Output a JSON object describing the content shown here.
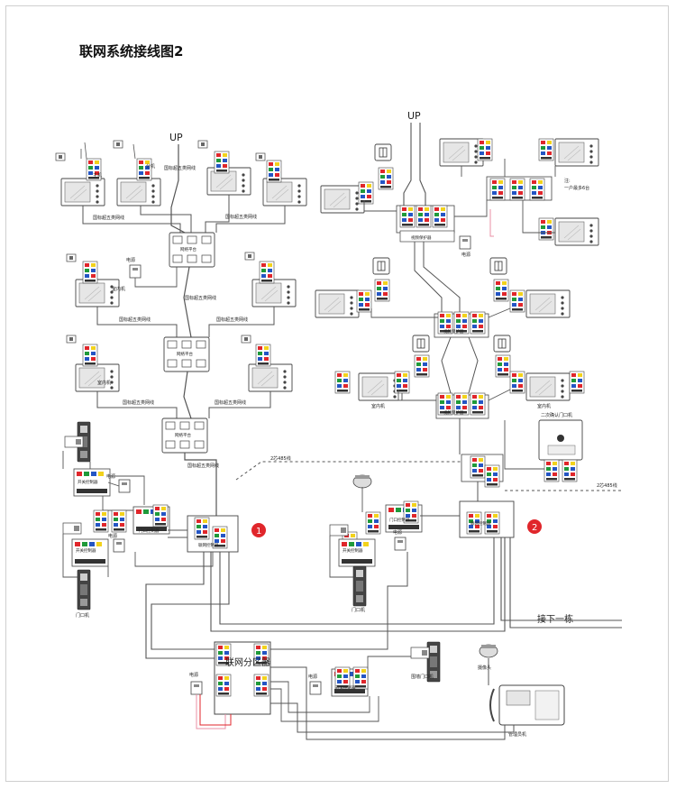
{
  "title": "联网系统接线图2",
  "labels": {
    "up": "UP",
    "host": "主机",
    "extension": "分机",
    "cat5": "国标超五类网线",
    "power": "电源",
    "indoor": "室内机",
    "network_platform": "网络平台",
    "door_machine": "门口机",
    "door_controller": "门口控制器",
    "switch_control": "开关控制器",
    "network_controller": "联网控制器",
    "wire485": "2芯485线",
    "next_building": "接下一栋",
    "zone_splitter": "联网分区器",
    "fence_door": "围墙门口机",
    "camera": "摄像头",
    "management": "管理员机",
    "video_protector": "视频保护器",
    "note_line1": "注:",
    "note_line2": "一户最多6台",
    "second_confirm": "二次确认门口机",
    "badge1": "1",
    "badge2": "2"
  },
  "colors": {
    "wire": "#555555",
    "badge": "#e0262b",
    "screen": "#e3e3e3",
    "red": "#e0262b",
    "yellow": "#f2d21c",
    "green": "#1f9a3a",
    "blue": "#2455c4",
    "pink": "#e88fa5"
  }
}
